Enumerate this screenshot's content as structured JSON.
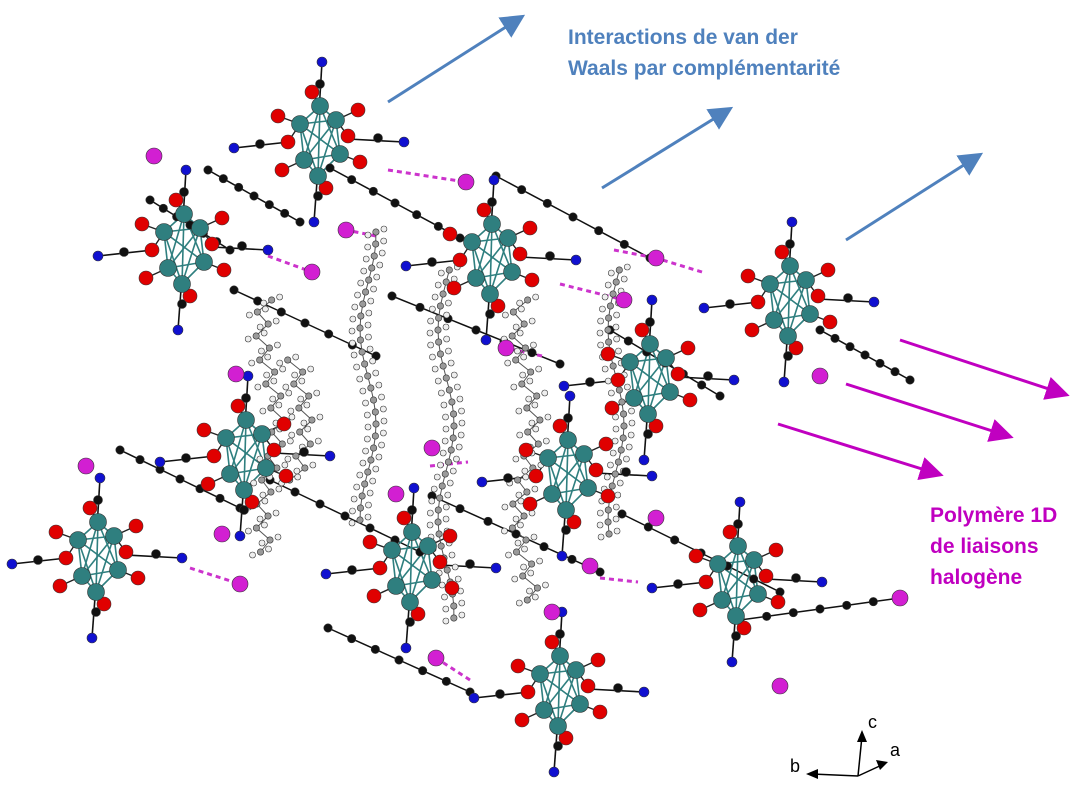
{
  "annotations": {
    "vdw": {
      "lines": [
        "Interactions de van der",
        "Waals par complémentarité"
      ],
      "color": "#4f81bd"
    },
    "polymer": {
      "lines": [
        "Polymère 1D",
        "de liaisons",
        "halogène"
      ],
      "color": "#c000c0"
    }
  },
  "axes": {
    "c": "c",
    "a": "a",
    "b": "b"
  },
  "colors": {
    "metal": "#2f7f7f",
    "oxygen": "#e00000",
    "nitrogen": "#1010d0",
    "carbon": "#111111",
    "iodine": "#d21fd2",
    "hydrogen": "#eeeeee",
    "halogen_bond": "#cc33cc",
    "vdw_arrow": "#4f81bd",
    "polymer_arrow": "#c000c0"
  }
}
